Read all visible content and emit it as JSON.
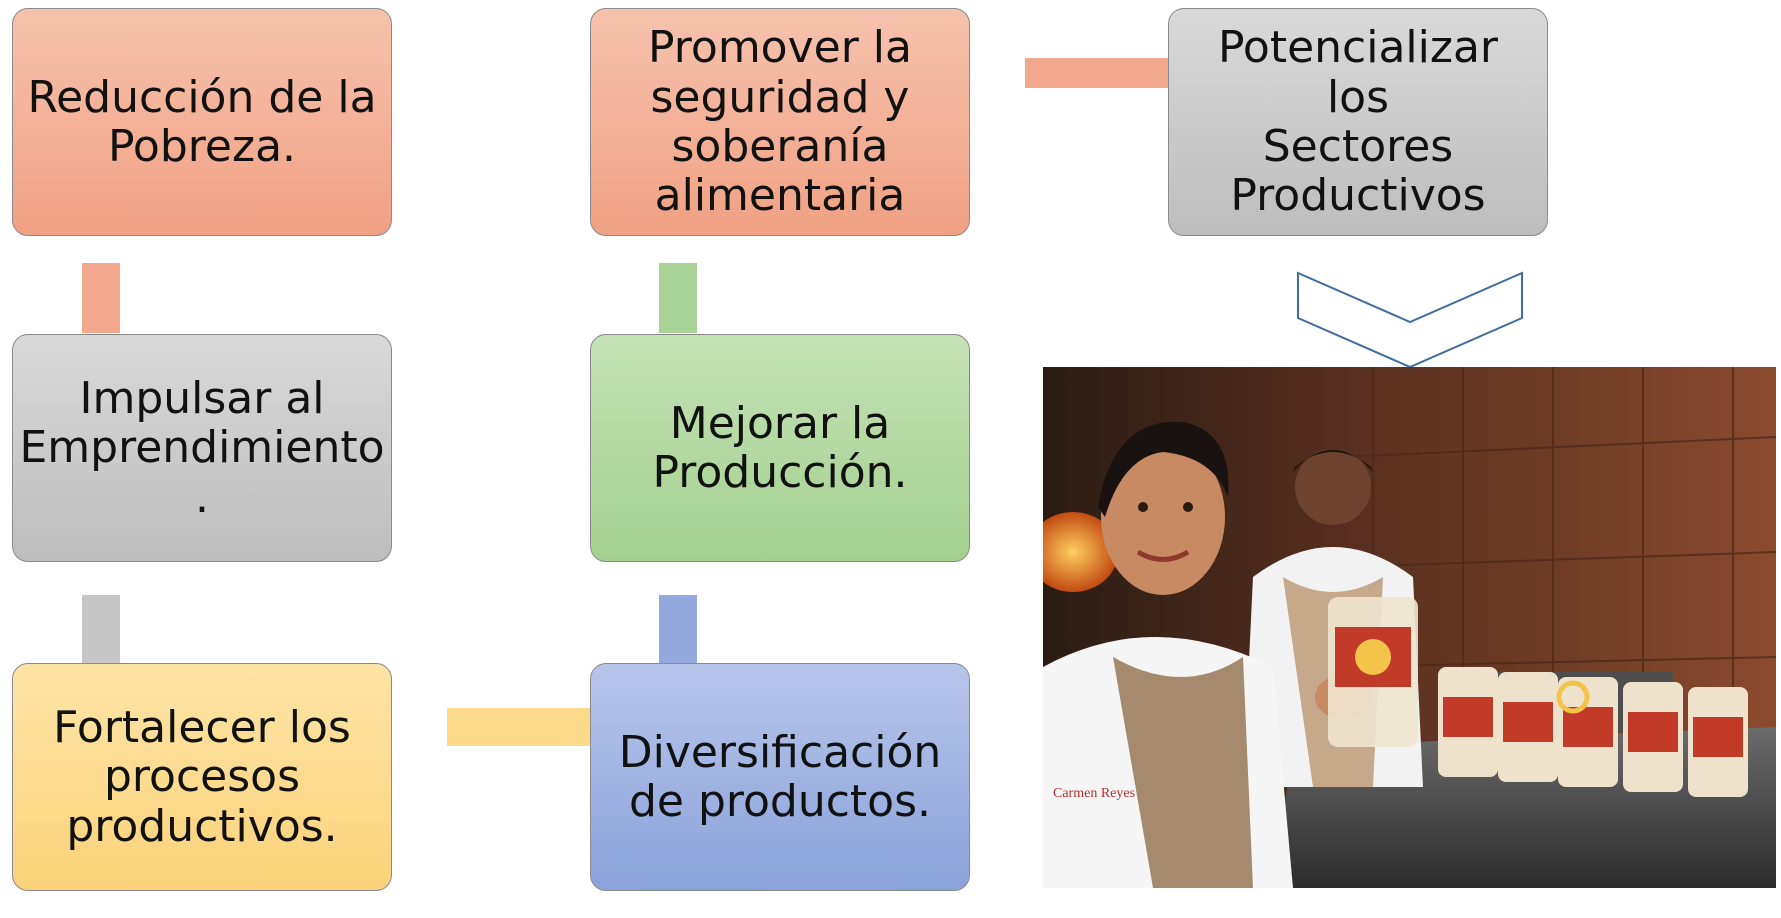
{
  "boxes": {
    "reduccion": "Reducción de la\nPobreza.",
    "impulsar": "Impulsar al\nEmprendimiento\n.",
    "fortalecer": "Fortalecer los\nprocesos\nproductivos.",
    "promover": "Promover la\nseguridad y\nsoberanía\nalimentaria",
    "mejorar": "Mejorar la\nProducción.",
    "diversificacion": "Diversificación\nde productos.",
    "potencializar": "Potencializar los\nSectores\nProductivos"
  },
  "photo": {
    "apron_text": "Carmen Reyes"
  },
  "colors": {
    "orange": "#f2a88c",
    "grey": "#c6c6c6",
    "yellow": "#fcd98b",
    "green": "#a9d396",
    "blue": "#94a9de"
  }
}
